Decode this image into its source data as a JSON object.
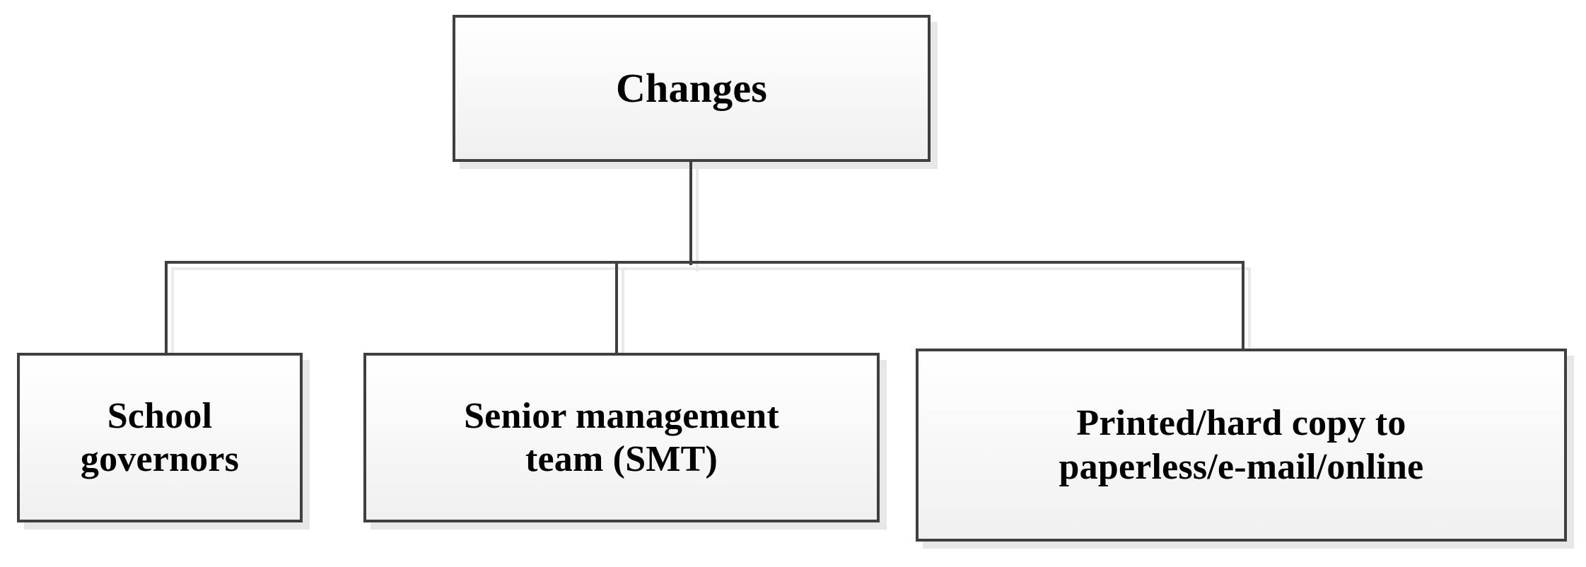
{
  "diagram": {
    "type": "organizational-tree",
    "orientation": "top-down",
    "title_text": "Changes",
    "root": {
      "id": "root",
      "label": "Changes"
    },
    "children": [
      {
        "id": "child-0",
        "label": "School\ngovernors",
        "plain_label": "School governors"
      },
      {
        "id": "child-1",
        "label": "Senior management\nteam (SMT)",
        "plain_label": "Senior management team (SMT)"
      },
      {
        "id": "child-2",
        "label": "Printed/hard copy to\npaperless/e-mail/online",
        "plain_label": "Printed/hard copy to paperless/e-mail/online"
      }
    ],
    "colors": {
      "border": "#3f3f3f",
      "fill_top": "#ffffff",
      "fill_bottom": "#f0f0f0",
      "shadow": "#e7e7e7",
      "text": "#000000",
      "background": "#ffffff"
    }
  }
}
